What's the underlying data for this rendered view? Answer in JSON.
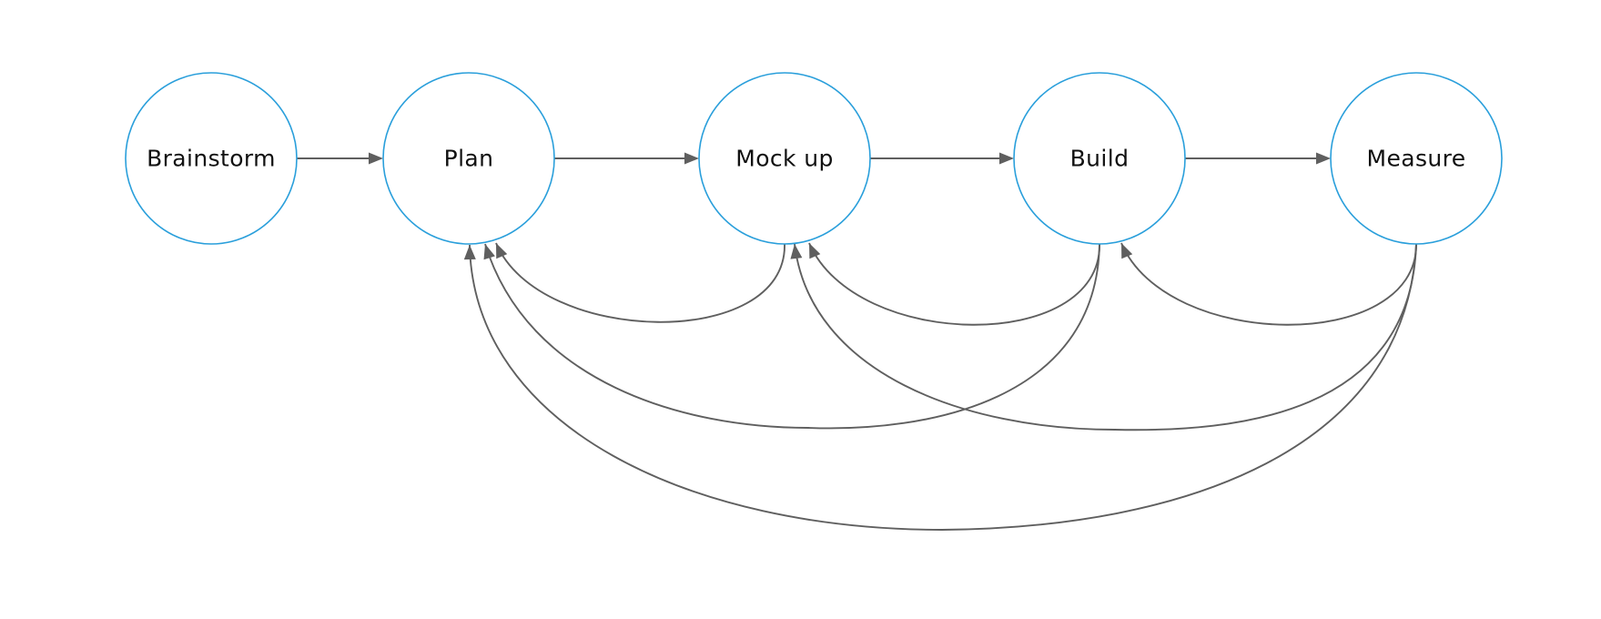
{
  "diagram": {
    "type": "flow",
    "style": {
      "node_stroke": "#2a9fdb",
      "edge_color": "#5f5f5f",
      "label_color": "#111111",
      "background": "#ffffff"
    },
    "nodes": [
      {
        "id": "brainstorm",
        "label": "Brainstorm"
      },
      {
        "id": "plan",
        "label": "Plan"
      },
      {
        "id": "mockup",
        "label": "Mock up"
      },
      {
        "id": "build",
        "label": "Build"
      },
      {
        "id": "measure",
        "label": "Measure"
      }
    ],
    "edges": [
      {
        "from": "brainstorm",
        "to": "plan",
        "kind": "forward"
      },
      {
        "from": "plan",
        "to": "mockup",
        "kind": "forward"
      },
      {
        "from": "mockup",
        "to": "build",
        "kind": "forward"
      },
      {
        "from": "build",
        "to": "measure",
        "kind": "forward"
      },
      {
        "from": "mockup",
        "to": "plan",
        "kind": "feedback"
      },
      {
        "from": "build",
        "to": "mockup",
        "kind": "feedback"
      },
      {
        "from": "measure",
        "to": "build",
        "kind": "feedback"
      },
      {
        "from": "build",
        "to": "plan",
        "kind": "feedback"
      },
      {
        "from": "measure",
        "to": "mockup",
        "kind": "feedback"
      },
      {
        "from": "measure",
        "to": "plan",
        "kind": "feedback"
      }
    ]
  }
}
